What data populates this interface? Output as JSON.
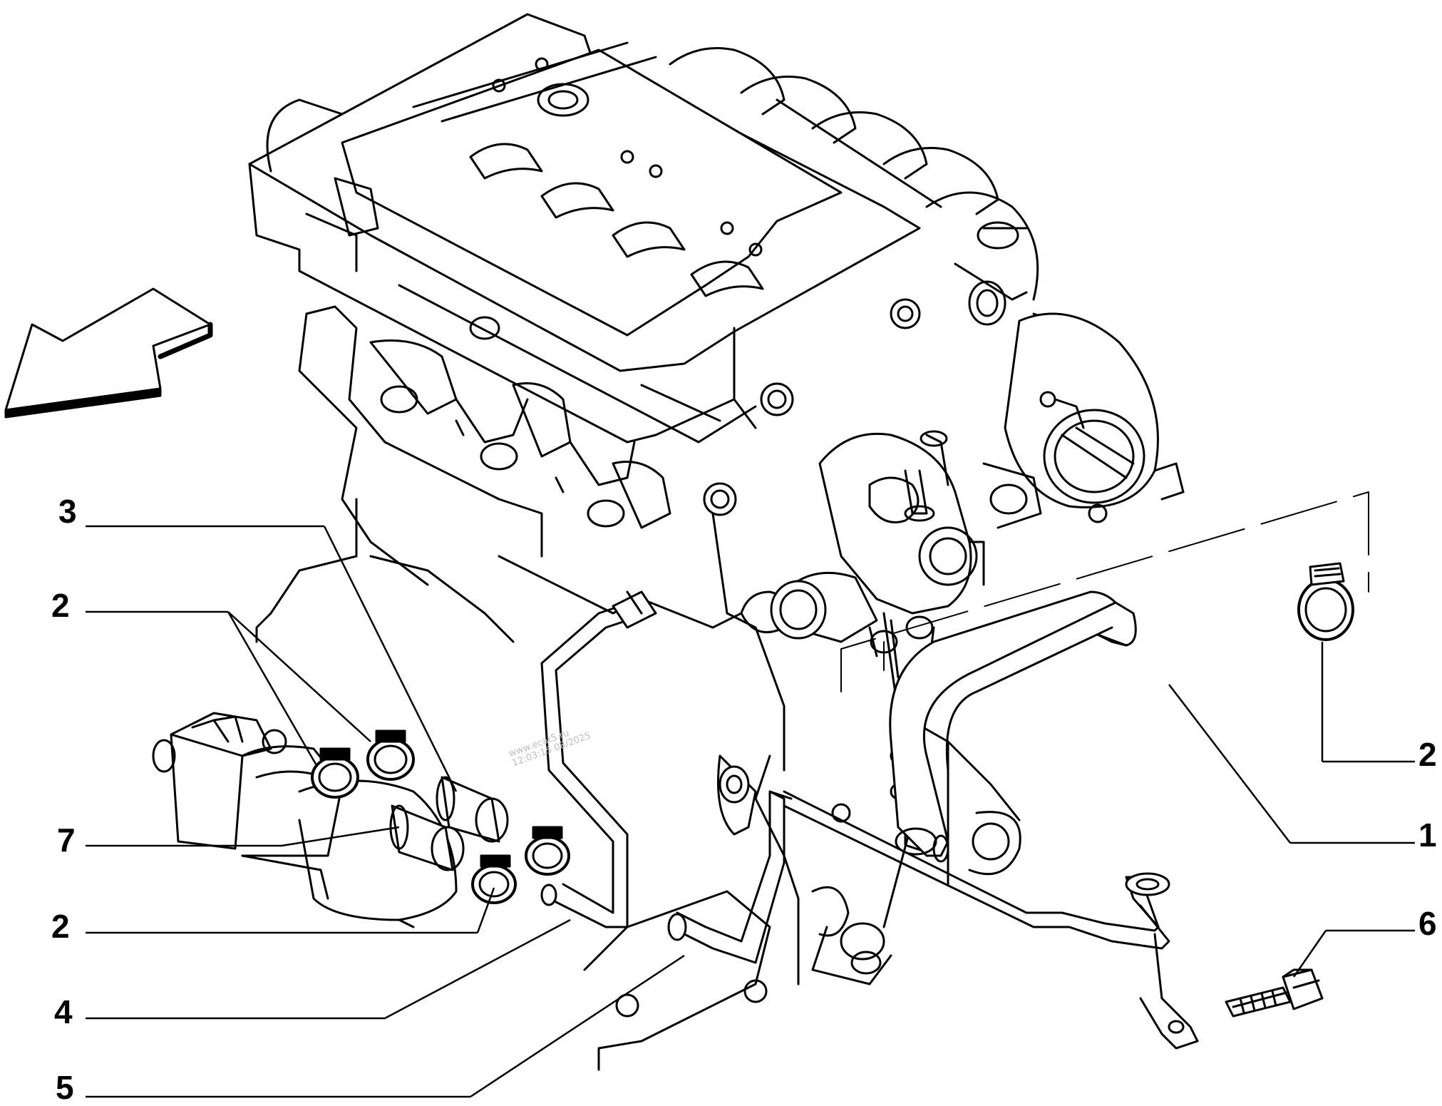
{
  "callouts": [
    {
      "id": "c3a",
      "text": "3"
    },
    {
      "id": "c2a",
      "text": "2"
    },
    {
      "id": "c7",
      "text": "7"
    },
    {
      "id": "c2b",
      "text": "2"
    },
    {
      "id": "c4",
      "text": "4"
    },
    {
      "id": "c5",
      "text": "5"
    },
    {
      "id": "c2c",
      "text": "2"
    },
    {
      "id": "c1",
      "text": "1"
    },
    {
      "id": "c6",
      "text": "6"
    }
  ],
  "watermark": {
    "line1": "www.ecat5.ru",
    "line2": "12:03:15 08/2025"
  },
  "icons": {
    "direction": "direction-arrow-icon"
  }
}
